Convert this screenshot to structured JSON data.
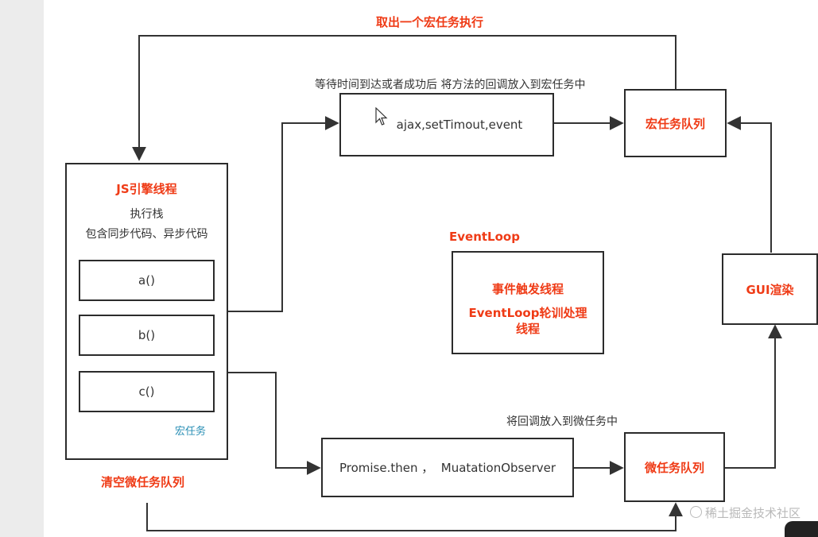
{
  "top_loop_label": "取出一个宏任务执行",
  "async_note": "等待时间到达或者成功后 将方法的回调放入到宏任务中",
  "macro_source": "ajax,setTimout,event",
  "macro_queue": "宏任务队列",
  "js_engine": {
    "title": "JS引擎线程",
    "line1": "执行栈",
    "line2": "包含同步代码、异步代码",
    "frames": [
      "a()",
      "b()",
      "c()"
    ],
    "tag": "宏任务"
  },
  "event_loop_label": "EventLoop",
  "event_thread": {
    "line1": "事件触发线程",
    "line2": "EventLoop轮训处理",
    "line3": "线程"
  },
  "gui_render": "GUI渲染",
  "micro_note": "将回调放入到微任务中",
  "micro_source": "Promise.then ，  MuatationObserver",
  "micro_queue": "微任务队列",
  "clear_micro": "清空微任务队列",
  "watermark": "稀土掘金技术社区"
}
